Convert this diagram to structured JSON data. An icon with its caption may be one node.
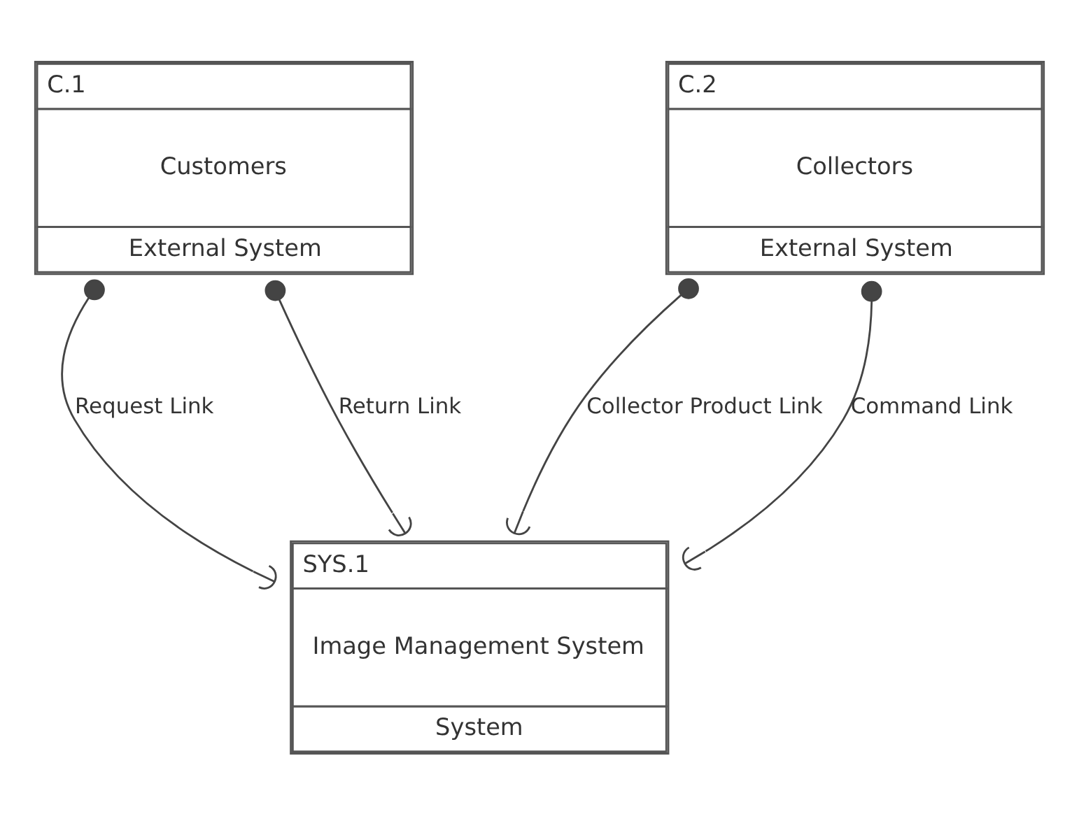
{
  "diagram": {
    "nodes": [
      {
        "text": [
          "C.1",
          "Customers",
          "External System"
        ]
      },
      {
        "text": [
          "C.2",
          "Collectors",
          "External System"
        ]
      },
      {
        "text": [
          "SYS.1",
          "Image Management System",
          "System"
        ]
      }
    ],
    "edges": [
      {
        "from": 0,
        "to": 2,
        "arrow": "other",
        "label": "Request Link"
      },
      {
        "from": 0,
        "to": 2,
        "arrow": "other",
        "label": "Return Link"
      },
      {
        "from": 1,
        "to": 2,
        "arrow": "other",
        "label": "Collector Product Link"
      },
      {
        "from": 1,
        "to": 2,
        "arrow": "other",
        "label": "Command Link"
      }
    ]
  }
}
